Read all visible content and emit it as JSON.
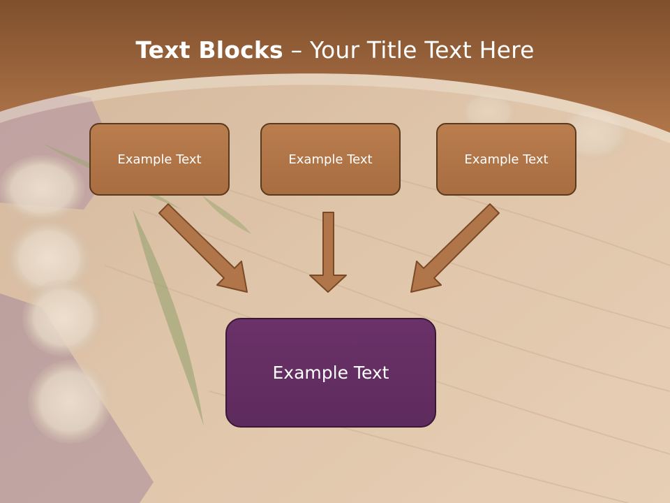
{
  "slide": {
    "title_bold": "Text Blocks",
    "title_rest": " – Your Title Text Here",
    "boxes": [
      {
        "label": "Example Text"
      },
      {
        "label": "Example Text"
      },
      {
        "label": "Example Text"
      }
    ],
    "main_box": {
      "label": "Example Text"
    }
  },
  "colors": {
    "header_brown": "#a56a3e",
    "box_brown": "#b0764a",
    "box_border": "#5a3a1e",
    "main_purple": "#632f61",
    "arrow_fill": "#b0764a"
  }
}
